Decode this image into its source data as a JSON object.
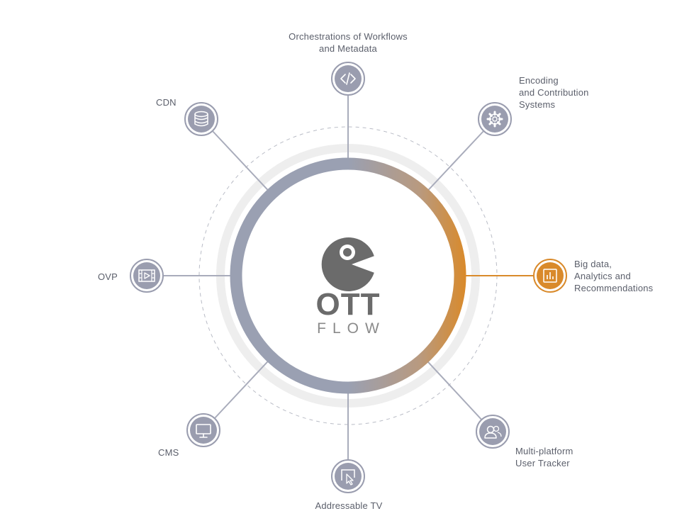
{
  "brand": {
    "name_top": "OTT",
    "name_bottom": "FLOW"
  },
  "colors": {
    "accent": "#d98a2b",
    "node": "#9a9daf",
    "ring_gray": "#9aa0b2",
    "outer_ring": "#eeeeee",
    "logo": "#6b6b6b"
  },
  "nodes": [
    {
      "id": "workflows",
      "label": "Orchestrations of Workflows\nand Metadata",
      "icon": "code-icon",
      "highlight": false
    },
    {
      "id": "encoding",
      "label": "Encoding\nand Contribution\nSystems",
      "icon": "gear-icon",
      "highlight": false
    },
    {
      "id": "bigdata",
      "label": "Big data,\nAnalytics and\nRecommendations",
      "icon": "bar-chart-icon",
      "highlight": true
    },
    {
      "id": "tracker",
      "label": "Multi-platform\nUser Tracker",
      "icon": "users-icon",
      "highlight": false
    },
    {
      "id": "addressable",
      "label": "Addressable TV",
      "icon": "cursor-icon",
      "highlight": false
    },
    {
      "id": "cms",
      "label": "CMS",
      "icon": "monitor-icon",
      "highlight": false
    },
    {
      "id": "ovp",
      "label": "OVP",
      "icon": "video-icon",
      "highlight": false
    },
    {
      "id": "cdn",
      "label": "CDN",
      "icon": "database-icon",
      "highlight": false
    }
  ]
}
